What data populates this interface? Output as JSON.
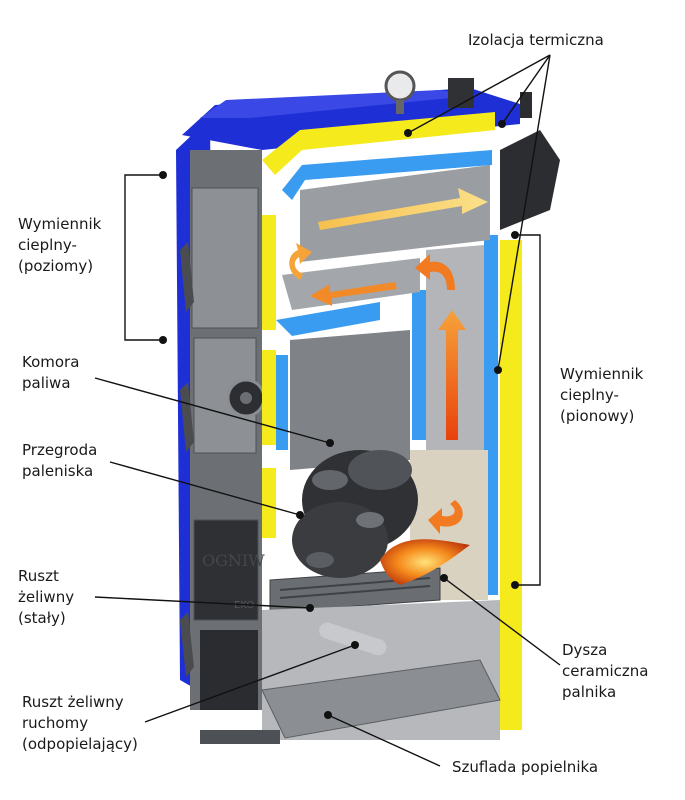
{
  "colors": {
    "casing_blue": "#1f2fd6",
    "insulation_yellow": "#f4ea1c",
    "water_blue": "#3a9cf0",
    "steel_grey": "#8c8f94",
    "steel_dark": "#5e6166",
    "fire_orange": "#f26a16",
    "flow_light": "#f7b54a"
  },
  "labels": {
    "insulation": "Izolacja termiczna",
    "hx_horizontal": [
      "Wymiennik",
      "cieplny-",
      "(poziomy)"
    ],
    "hx_vertical": [
      "Wymiennik",
      "cieplny-",
      "(pionowy)"
    ],
    "fuel_chamber": [
      "Komora",
      "paliwa"
    ],
    "furnace_baffle": [
      "Przegroda",
      "paleniska"
    ],
    "fixed_grate": [
      "Ruszt",
      "żeliwny",
      "(stały)"
    ],
    "burner_nozzle": [
      "Dysza",
      "ceramiczna",
      "palnika"
    ],
    "moving_grate": [
      "Ruszt żeliwny",
      "ruchomy",
      "(odpopielający)"
    ],
    "ash_drawer": "Szuflada popielnika"
  },
  "boiler": {
    "brand_text": "OGNIW",
    "badge_text": "EKO"
  }
}
